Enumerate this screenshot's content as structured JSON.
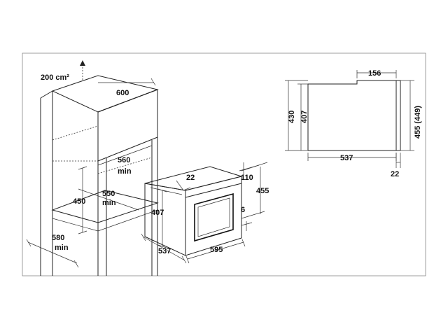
{
  "installation": {
    "ventilation": "200 cm²",
    "cabinet_width": "600",
    "opening_width": "560",
    "opening_width_min": "min",
    "depth_550": "550",
    "depth_550_min": "min",
    "opening_height": "450",
    "cabinet_depth": "580",
    "cabinet_depth_min": "min"
  },
  "appliance": {
    "front_offset": "22",
    "top_gap": "110",
    "total_height": "455",
    "bottom_gap": "6",
    "body_height": "407",
    "body_depth": "537",
    "front_width": "595"
  },
  "side_view": {
    "rear_step": "156",
    "outer_height": "430",
    "body_height": "407",
    "front_height": "455 (449)",
    "depth": "537",
    "front_thickness": "22"
  }
}
